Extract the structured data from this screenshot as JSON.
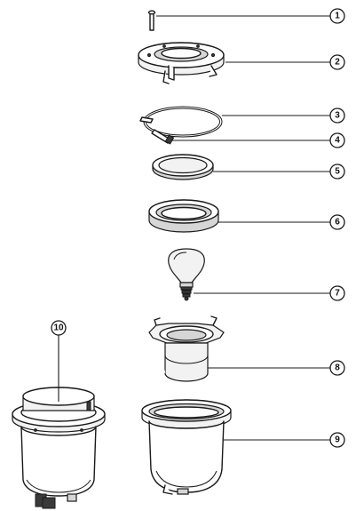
{
  "callouts": [
    {
      "id": "callout-1",
      "label": "1"
    },
    {
      "id": "callout-2",
      "label": "2"
    },
    {
      "id": "callout-3",
      "label": "3"
    },
    {
      "id": "callout-4",
      "label": "4"
    },
    {
      "id": "callout-5",
      "label": "5"
    },
    {
      "id": "callout-6",
      "label": "6"
    },
    {
      "id": "callout-7",
      "label": "7"
    },
    {
      "id": "callout-8",
      "label": "8"
    },
    {
      "id": "callout-9",
      "label": "9"
    },
    {
      "id": "callout-10",
      "label": "10"
    }
  ]
}
